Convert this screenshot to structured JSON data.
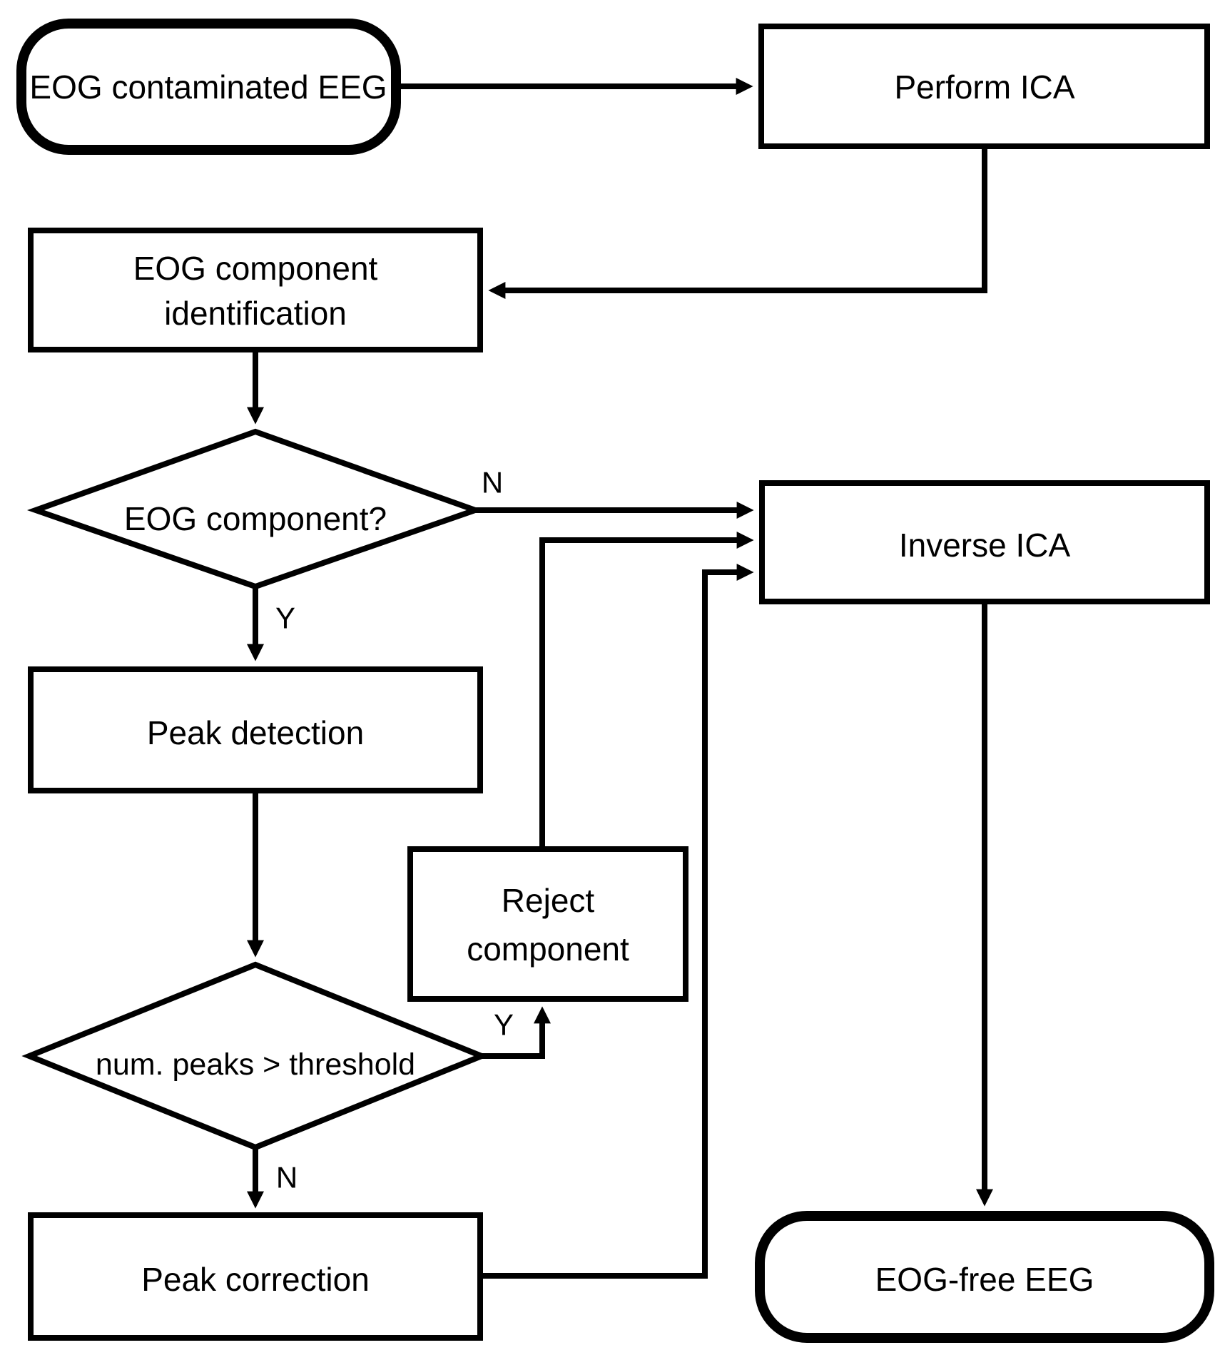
{
  "figure": {
    "type": "flowchart",
    "background_color": "#ffffff",
    "line_color": "#000000"
  },
  "nodes": {
    "start": {
      "type": "terminal",
      "label": "EOG contaminated EEG"
    },
    "perform_ica": {
      "type": "process",
      "label": "Perform ICA"
    },
    "eog_identification": {
      "type": "process",
      "label_line1": "EOG component",
      "label_line2": "identification"
    },
    "eog_component_decision": {
      "type": "decision",
      "label": "EOG component?"
    },
    "peak_detection": {
      "type": "process",
      "label": "Peak detection"
    },
    "reject_component": {
      "type": "process",
      "label_line1": "Reject",
      "label_line2": "component"
    },
    "num_peaks_decision": {
      "type": "decision",
      "label": "num. peaks > threshold"
    },
    "peak_correction": {
      "type": "process",
      "label": "Peak correction"
    },
    "inverse_ica": {
      "type": "process",
      "label": "Inverse ICA"
    },
    "end": {
      "type": "terminal",
      "label": "EOG-free EEG"
    }
  },
  "edge_labels": {
    "eog_component_no": "N",
    "eog_component_yes": "Y",
    "num_peaks_yes": "Y",
    "num_peaks_no": "N"
  }
}
